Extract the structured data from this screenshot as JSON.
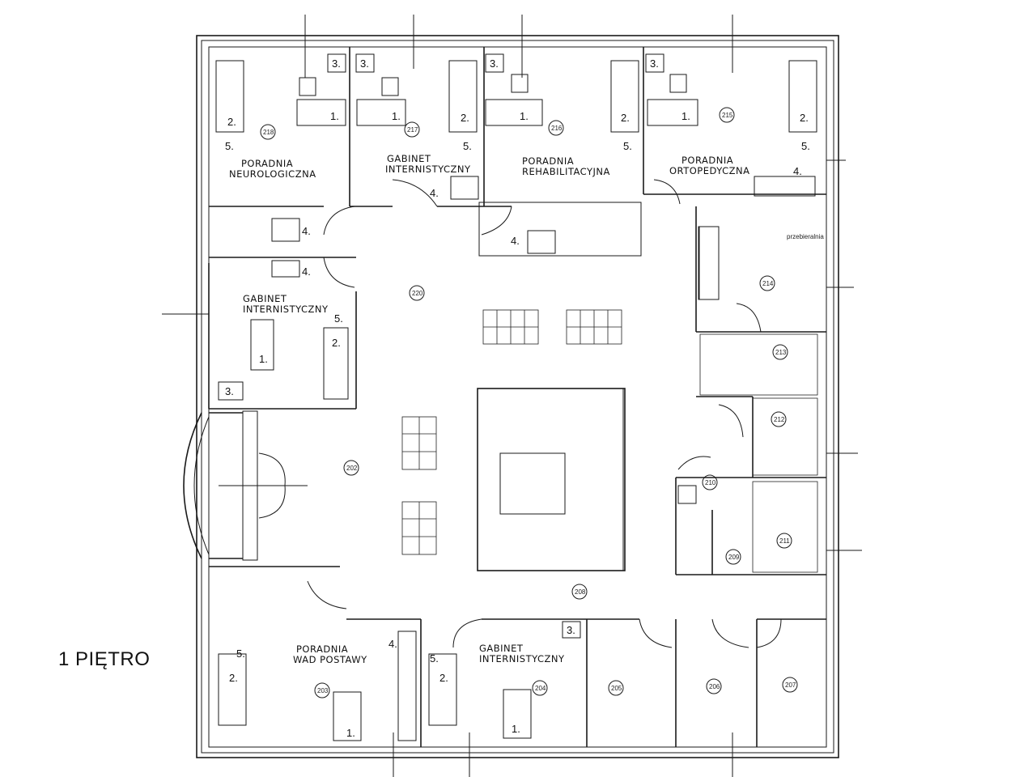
{
  "floor_label": "1 PIĘTRO",
  "rooms": {
    "r218": {
      "name_lines": [
        "PORADNIA",
        "NEUROLOGICZNA"
      ],
      "number": "218"
    },
    "r217": {
      "name_lines": [
        "GABINET",
        "INTERNISTYCZNY"
      ],
      "number": "217"
    },
    "r216": {
      "name_lines": [
        "PORADNIA",
        "REHABILITACYJNA"
      ],
      "number": "216"
    },
    "r215": {
      "name_lines": [
        "PORADNIA",
        "ORTOPEDYCZNA"
      ],
      "number": "215"
    },
    "r214": {
      "number": "214",
      "note": "przebieralnia"
    },
    "r213": {
      "number": "213"
    },
    "r212": {
      "number": "212"
    },
    "r211": {
      "number": "211"
    },
    "r210": {
      "number": "210"
    },
    "r209": {
      "number": "209"
    },
    "r220": {
      "number": "220"
    },
    "r219": {
      "name_lines": [
        "GABINET",
        "INTERNISTYCZNY"
      ]
    },
    "r202": {
      "number": "202"
    },
    "r208": {
      "number": "208"
    },
    "r203": {
      "name_lines": [
        "PORADNIA",
        "WAD POSTAWY"
      ],
      "number": "203"
    },
    "r204": {
      "name_lines": [
        "GABINET",
        "INTERNISTYCZNY"
      ],
      "number": "204"
    },
    "r205": {
      "number": "205"
    },
    "r206": {
      "number": "206"
    },
    "r207": {
      "number": "207"
    }
  },
  "furniture_labels": {
    "n1": "1.",
    "n2": "2.",
    "n3": "3.",
    "n4": "4.",
    "n5": "5."
  }
}
